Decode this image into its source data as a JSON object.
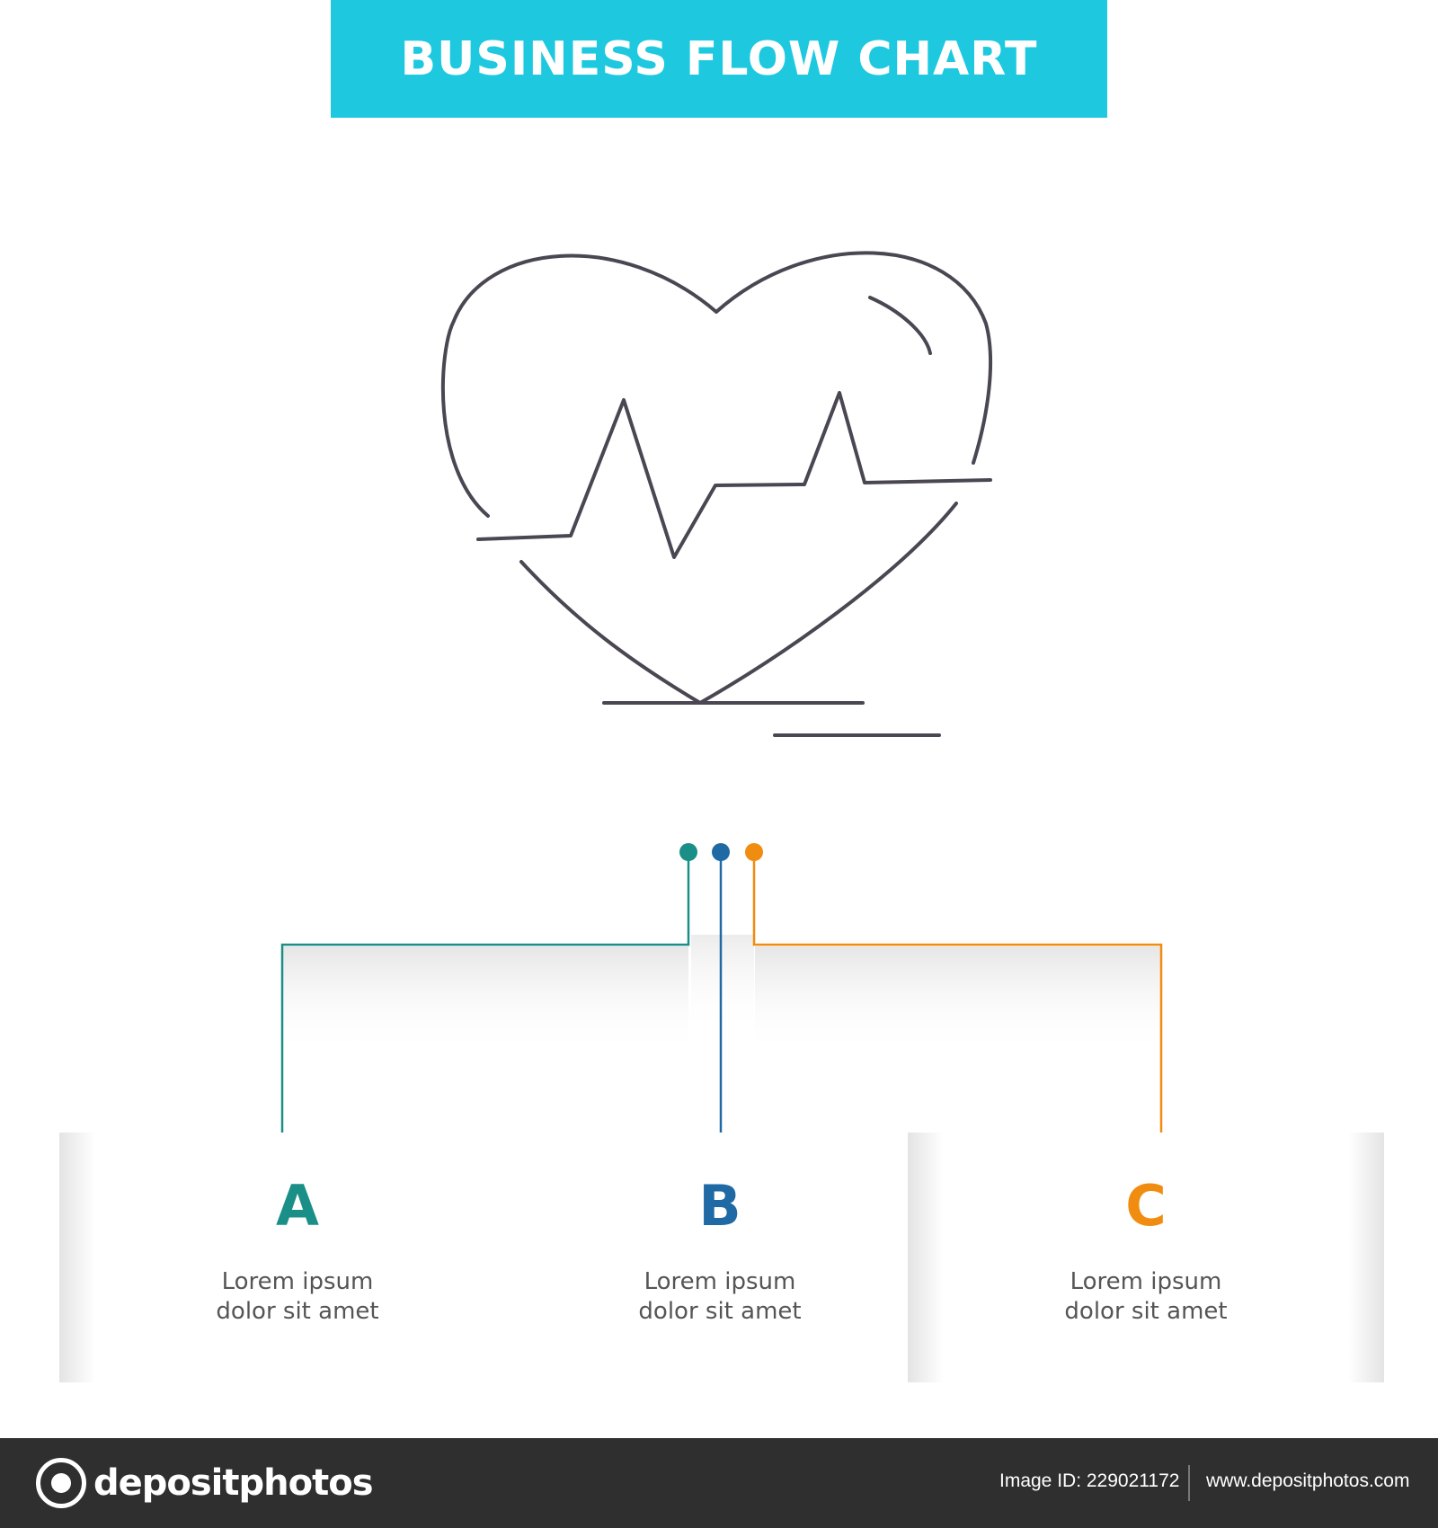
{
  "banner": {
    "title": "BUSINESS FLOW CHART",
    "color": "#1ec9e0"
  },
  "icon": {
    "name": "heartbeat-icon",
    "stroke_color": "#4a4652"
  },
  "connectors": {
    "colors": [
      "#1a8f87",
      "#1f6aa5",
      "#f08c10"
    ]
  },
  "steps": [
    {
      "letter": "A",
      "text_line1": "Lorem ipsum",
      "text_line2": "dolor sit amet",
      "color": "#1a8f87"
    },
    {
      "letter": "B",
      "text_line1": "Lorem ipsum",
      "text_line2": "dolor sit amet",
      "color": "#1f6aa5"
    },
    {
      "letter": "C",
      "text_line1": "Lorem ipsum",
      "text_line2": "dolor sit amet",
      "color": "#f08c10"
    }
  ],
  "footer": {
    "logo_text": "depositphotos",
    "image_id": "Image ID: 229021172",
    "url": "www.depositphotos.com"
  }
}
